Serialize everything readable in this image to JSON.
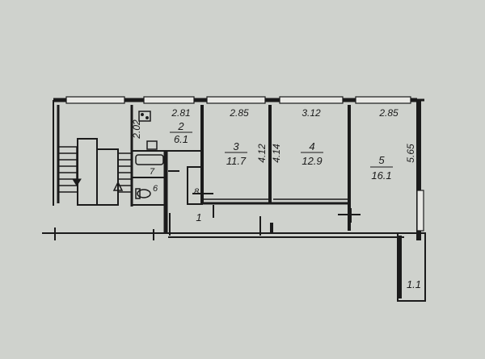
{
  "colors": {
    "paper": "#cfd2cd",
    "ink": "#1b1b1b",
    "window_fill": "#e8e8e4"
  },
  "dimensions": {
    "room2_width": "2.81",
    "room2_depth": "2.02",
    "room3_width": "2.85",
    "room4_width": "3.12",
    "room5_width": "2.85",
    "wall_3_4": "4.12",
    "wall_4_left": "4.14",
    "room5_depth": "5.65"
  },
  "rooms": {
    "r2": {
      "number": "2",
      "area": "6.1"
    },
    "r3": {
      "number": "3",
      "area": "11.7"
    },
    "r4": {
      "number": "4",
      "area": "12.9"
    },
    "r5": {
      "number": "5",
      "area": "16.1"
    },
    "r1": {
      "number": "1"
    },
    "r6": {
      "number": "6"
    },
    "r7": {
      "number": "7"
    },
    "r8": {
      "number": "8"
    },
    "r11": {
      "number": "1.1"
    }
  }
}
